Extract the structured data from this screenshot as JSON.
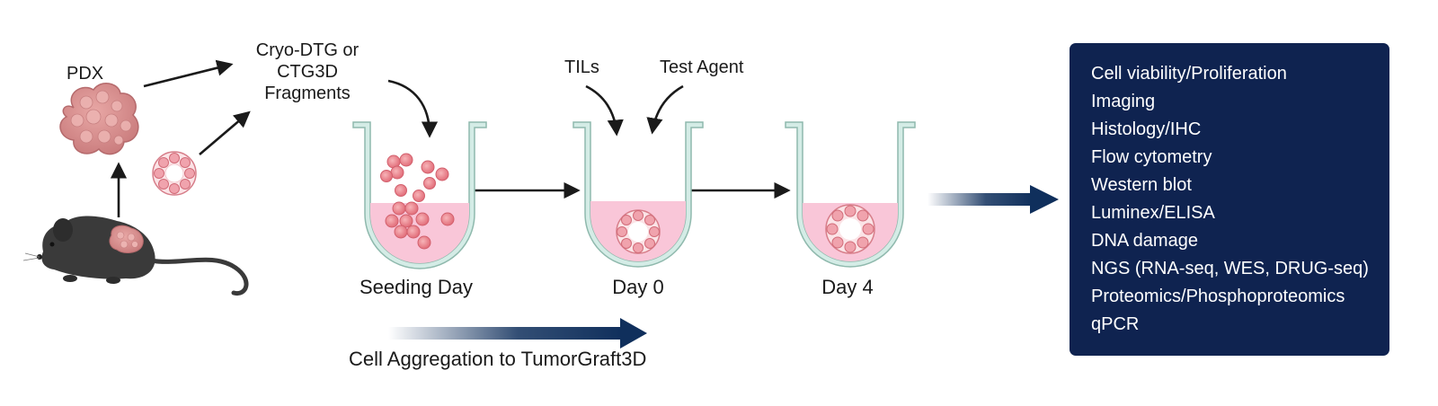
{
  "labels": {
    "pdx": "PDX",
    "fragments": [
      "Cryo-DTG or",
      "CTG3D",
      "Fragments"
    ],
    "tils": "TILs",
    "test_agent": "Test Agent",
    "seeding_day": "Seeding Day",
    "day0": "Day 0",
    "day4": "Day 4",
    "aggregation": "Cell Aggregation to TumorGraft3D"
  },
  "readouts": [
    "Cell viability/Proliferation",
    "Imaging",
    "Histology/IHC",
    "Flow cytometry",
    "Western blot",
    "Luminex/ELISA",
    "DNA damage",
    "NGS (RNA-seq, WES, DRUG-seq)",
    "Proteomics/Phosphoproteomics",
    "qPCR"
  ],
  "colors": {
    "panel": "#0f2350",
    "gradient_arrow": "#0f2f5c",
    "tissue": "#d98a8a",
    "media": "#f9c6d8",
    "well_wall": "#d4ece6",
    "well_stroke": "#8fb9ad",
    "mouse": "#3a3a3a"
  }
}
